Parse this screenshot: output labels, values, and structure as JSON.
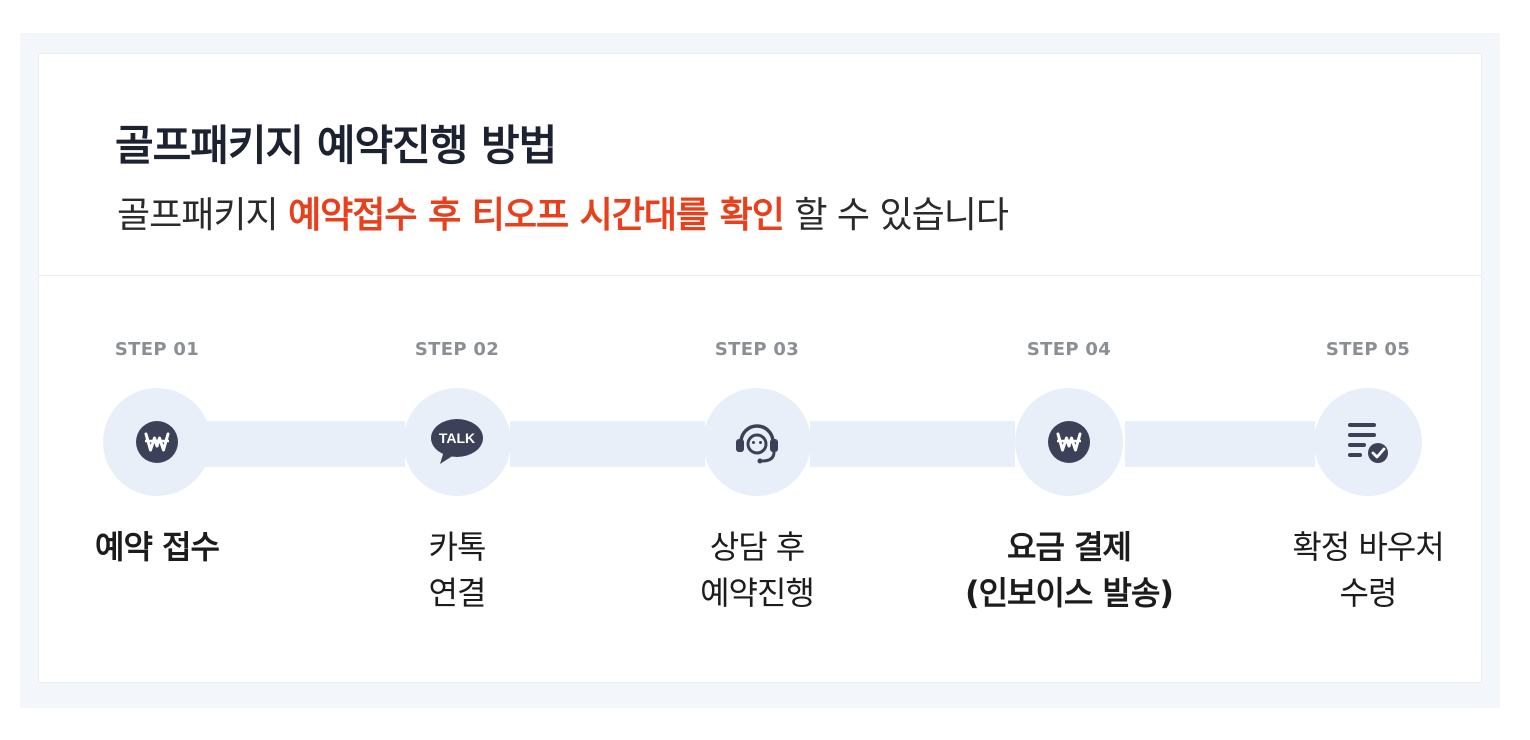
{
  "header": {
    "title": "골프패키지 예약진행 방법",
    "subtitle_prefix": "골프패키지",
    "subtitle_highlight": "예약접수 후 티오프 시간대를 확인",
    "subtitle_suffix": "할 수 있습니다"
  },
  "steps": [
    {
      "label": "STEP 01",
      "icon": "won-coin-icon",
      "name": "예약 접수"
    },
    {
      "label": "STEP 02",
      "icon": "kakao-talk-icon",
      "icon_text": "TALK",
      "name": "카톡\n연결"
    },
    {
      "label": "STEP 03",
      "icon": "headset-icon",
      "name": "상담 후\n예약진행"
    },
    {
      "label": "STEP 04",
      "icon": "won-coin-icon",
      "name": "요금 결제\n(인보이스 발송)"
    },
    {
      "label": "STEP 05",
      "icon": "checklist-icon",
      "name": "확정 바우처\n수령"
    }
  ],
  "colors": {
    "accent": "#e8401c",
    "icon": "#3c4157",
    "circle": "#e9eff8",
    "title": "#1c2230"
  }
}
